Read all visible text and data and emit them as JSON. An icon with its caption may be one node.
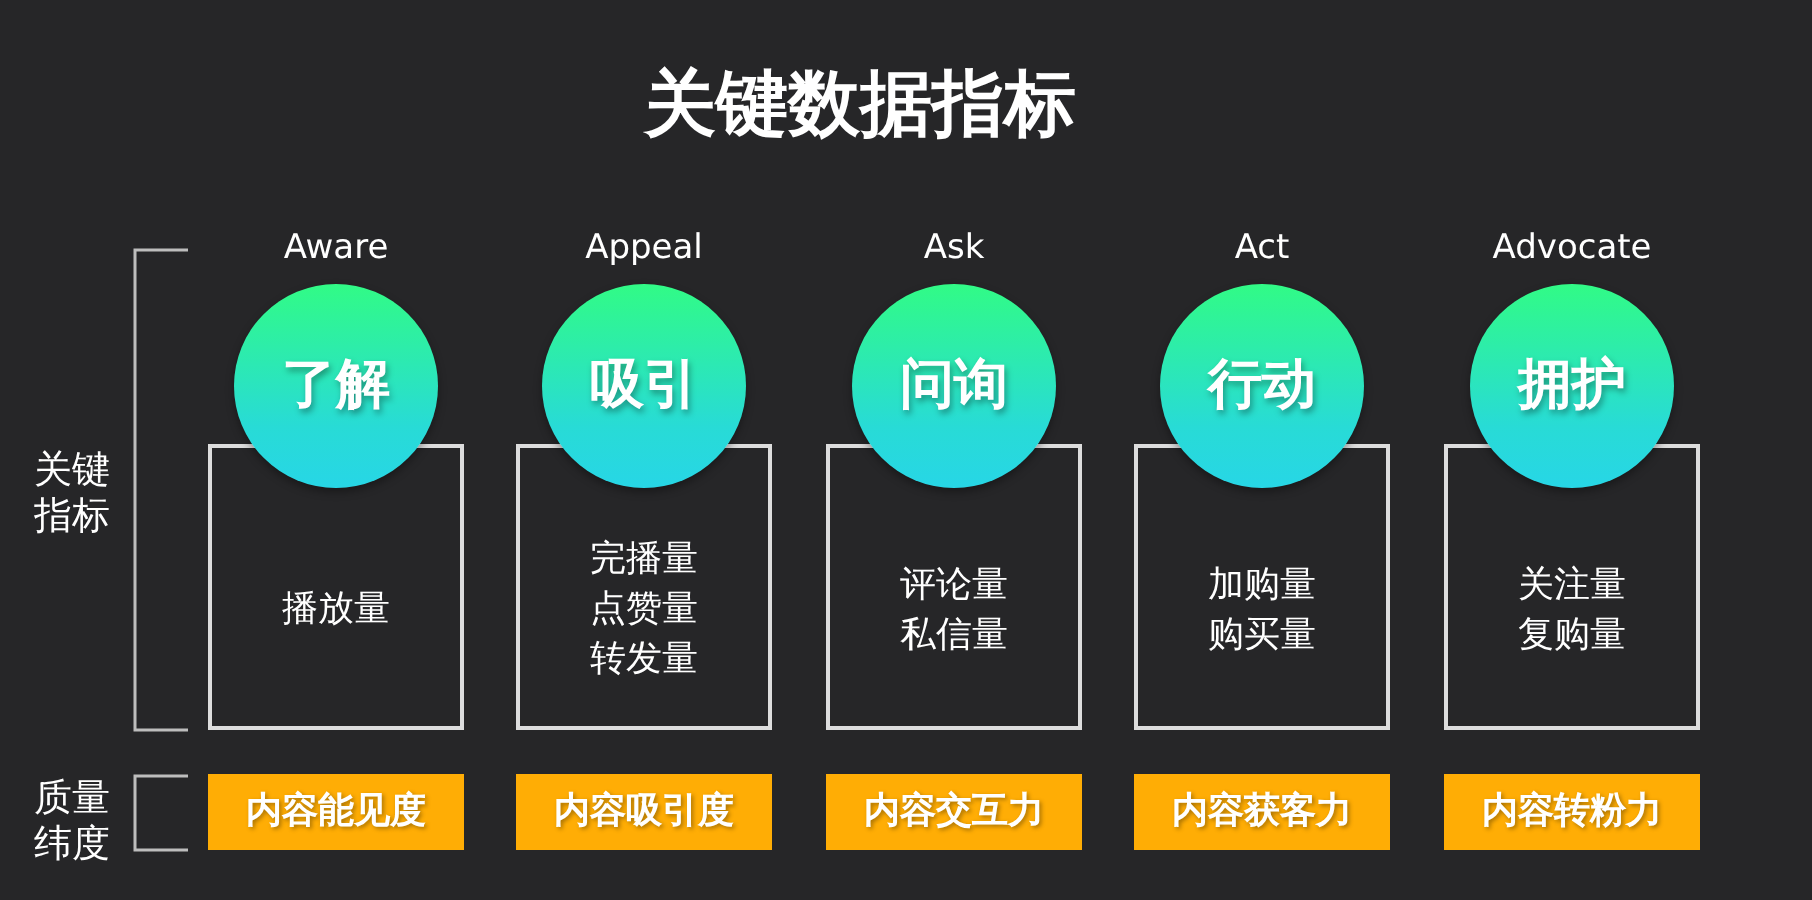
{
  "diagram": {
    "title": "关键数据指标",
    "nodes": [
      {
        "text": [
          "了解"
        ],
        "beside": [
          "Aware"
        ]
      },
      {
        "text": [
          "吸引"
        ],
        "beside": [
          "Appeal"
        ]
      },
      {
        "text": [
          "问询"
        ],
        "beside": [
          "Ask"
        ]
      },
      {
        "text": [
          "行动"
        ],
        "beside": [
          "Act"
        ]
      },
      {
        "text": [
          "拥护"
        ],
        "beside": [
          "Advocate"
        ]
      },
      {
        "text": [
          "播放量"
        ]
      },
      {
        "text": [
          "完播量",
          "点赞量",
          "转发量"
        ]
      },
      {
        "text": [
          "评论量",
          "私信量"
        ]
      },
      {
        "text": [
          "加购量",
          "购买量"
        ]
      },
      {
        "text": [
          "关注量",
          "复购量"
        ]
      },
      {
        "text": [
          "内容能见度"
        ]
      },
      {
        "text": [
          "内容吸引度"
        ]
      },
      {
        "text": [
          "内容交互力"
        ]
      },
      {
        "text": [
          "内容获客力"
        ]
      },
      {
        "text": [
          "内容转粉力"
        ]
      }
    ],
    "labels": [
      "关键指标",
      "质量纬度"
    ]
  }
}
